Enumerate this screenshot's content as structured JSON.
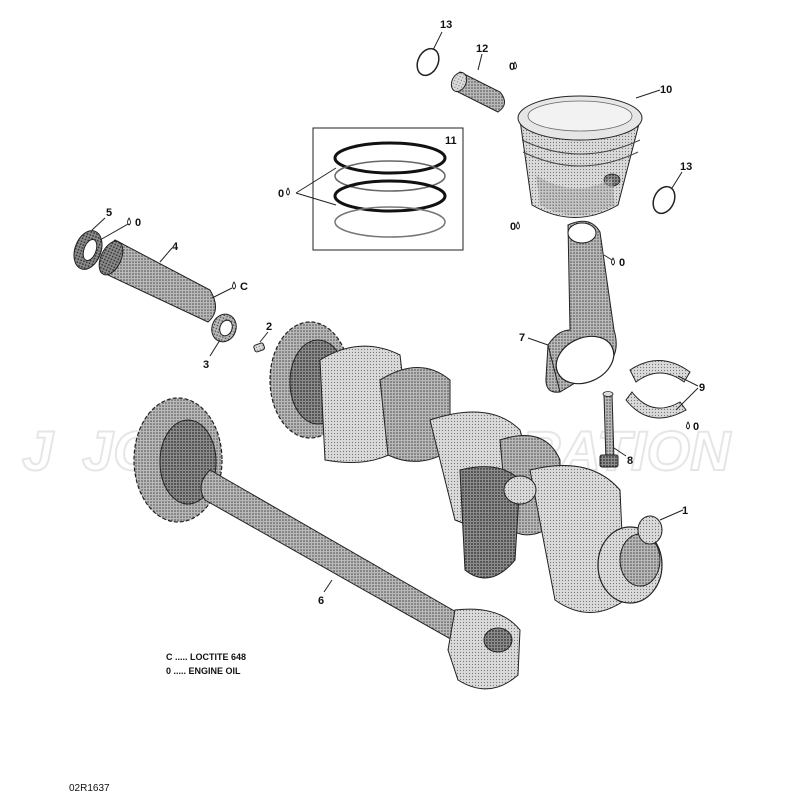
{
  "watermark": {
    "left": "J",
    "mid": "JO",
    "right": "RATION"
  },
  "callouts": {
    "p1": "1",
    "p2": "2",
    "p3": "3",
    "p4": "4",
    "p5": "5",
    "p6": "6",
    "p7": "7",
    "p8": "8",
    "p9": "9",
    "p10": "10",
    "p11": "11",
    "p12": "12",
    "p13a": "13",
    "p13b": "13"
  },
  "markers": {
    "oil": "0",
    "loctite": "C"
  },
  "legend": {
    "loctite_line": "C ..... LOCTITE 648",
    "oil_line": "0 ..... ENGINE OIL"
  },
  "diagram_code": "02R1637",
  "colors": {
    "ink": "#111111",
    "part_fill": "#8a8a8a",
    "part_light": "#c9c9c9",
    "part_dark": "#555555"
  }
}
